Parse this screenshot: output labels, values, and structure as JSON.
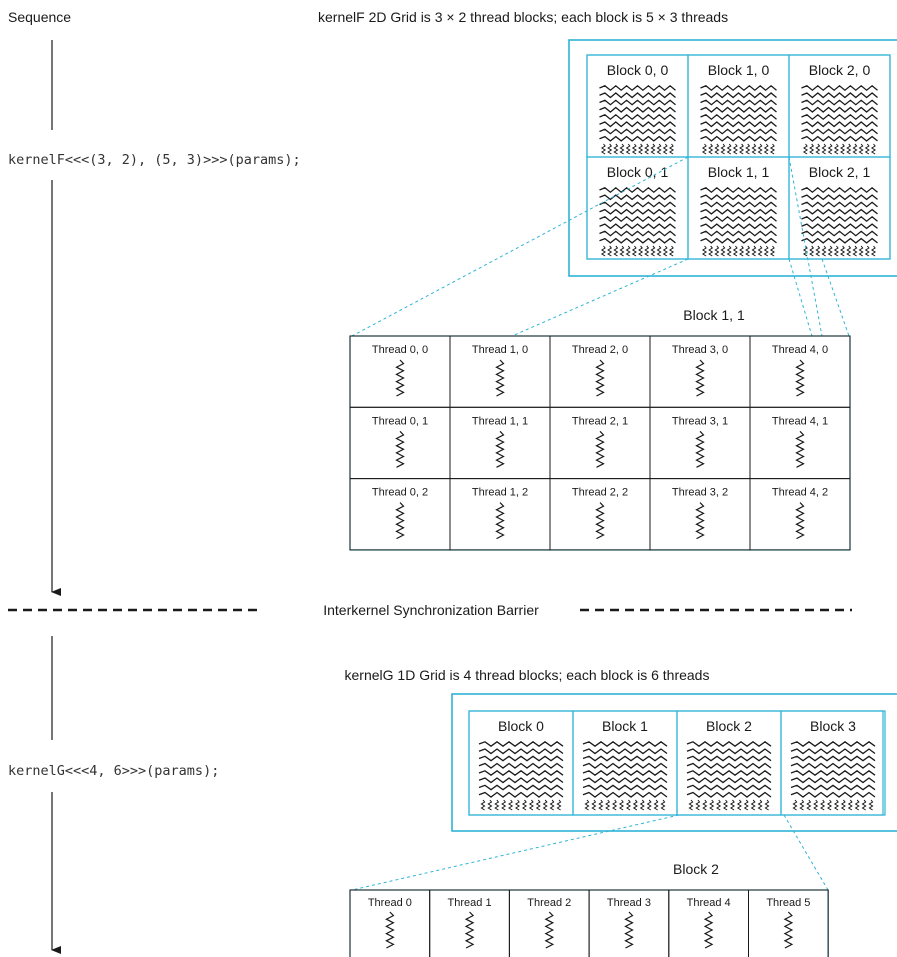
{
  "sequence_label": "Sequence",
  "kernelF": {
    "caption": "kernelF 2D Grid is 3 × 2 thread blocks; each block is 5 × 3 threads",
    "call": "kernelF<<<(3, 2), (5, 3)>>>(params);",
    "blocks": [
      "Block 0, 0",
      "Block 1, 0",
      "Block 2, 0",
      "Block 0, 1",
      "Block 1, 1",
      "Block 2, 1"
    ],
    "zoom_title": "Block 1, 1",
    "threads": [
      "Thread 0, 0",
      "Thread 1, 0",
      "Thread 2, 0",
      "Thread 3, 0",
      "Thread 4, 0",
      "Thread 0, 1",
      "Thread 1, 1",
      "Thread 2, 1",
      "Thread 3, 1",
      "Thread 4, 1",
      "Thread 0, 2",
      "Thread 1, 2",
      "Thread 2, 2",
      "Thread 3, 2",
      "Thread 4, 2"
    ]
  },
  "barrier_label": "Interkernel Synchronization Barrier",
  "kernelG": {
    "caption": "kernelG 1D Grid is 4 thread blocks; each block is 6 threads",
    "call": "kernelG<<<4, 6>>>(params);",
    "blocks": [
      "Block 0",
      "Block 1",
      "Block 2",
      "Block 3"
    ],
    "zoom_title": "Block 2",
    "threads": [
      "Thread 0",
      "Thread 1",
      "Thread 2",
      "Thread 3",
      "Thread 4",
      "Thread 5"
    ]
  },
  "colors": {
    "accent": "#2fb4d6",
    "ink": "#1a1a1a"
  }
}
